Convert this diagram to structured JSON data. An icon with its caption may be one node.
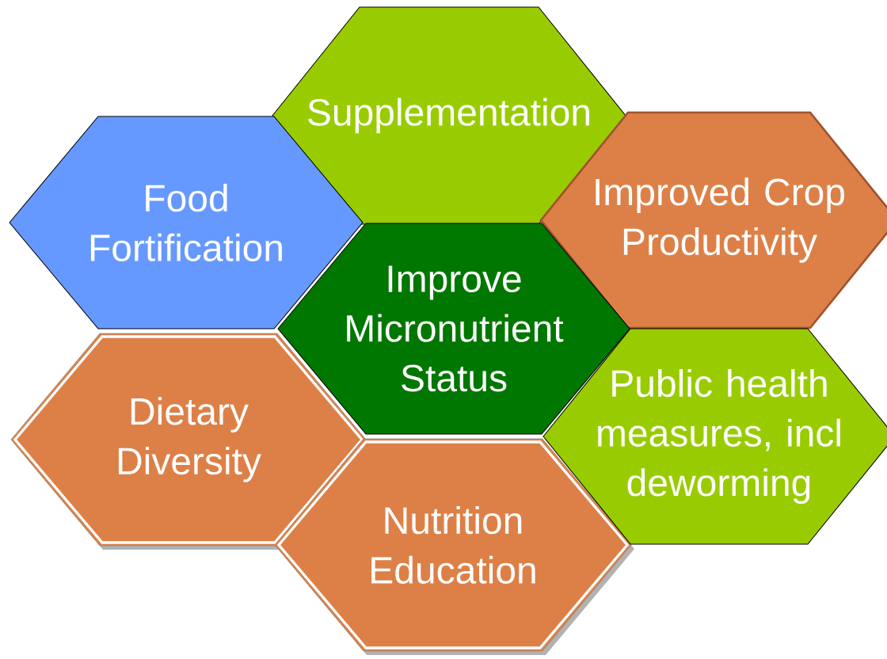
{
  "diagram": {
    "nodes": [
      {
        "text": [
          "Supplementation"
        ]
      },
      {
        "text": [
          "Food Fortification"
        ]
      },
      {
        "text": [
          "Improved Crop Productivity"
        ]
      },
      {
        "text": [
          "Improve Micronutrient Status"
        ]
      },
      {
        "text": [
          "Dietary Diversity"
        ]
      },
      {
        "text": [
          "Nutrition Education"
        ]
      },
      {
        "text": [
          "Public health measures, incl deworming"
        ]
      }
    ]
  }
}
